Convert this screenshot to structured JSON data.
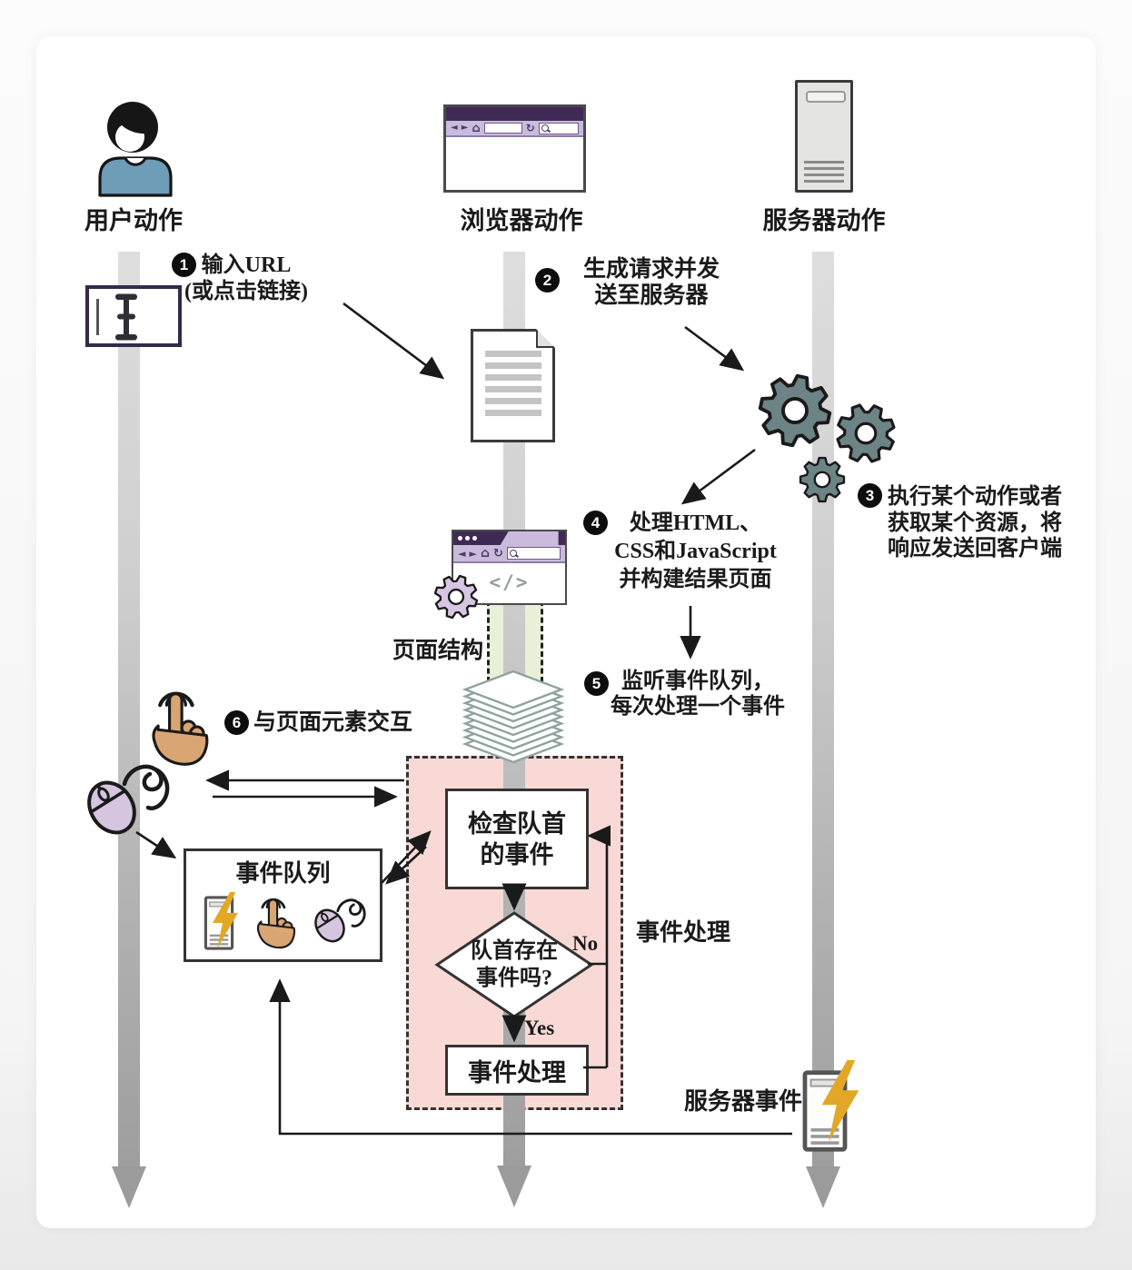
{
  "lanes": {
    "user": {
      "label": "用户动作"
    },
    "browser": {
      "label": "浏览器动作"
    },
    "server": {
      "label": "服务器动作"
    }
  },
  "steps": {
    "s1": {
      "num": "1",
      "line1": "输入URL",
      "line2": "(或点击链接)"
    },
    "s2": {
      "num": "2",
      "line1": "生成请求并发",
      "line2": "送至服务器"
    },
    "s3": {
      "num": "3",
      "line1": "执行某个动作或者",
      "line2": "获取某个资源，将",
      "line3": "响应发送回客户端"
    },
    "s4": {
      "num": "4",
      "line1": "处理HTML、",
      "line2": "CSS和JavaScript",
      "line3": "并构建结果页面"
    },
    "s5": {
      "num": "5",
      "line1": "监听事件队列，",
      "line2": "每次处理一个事件"
    },
    "s6": {
      "num": "6",
      "line1": "与页面元素交互"
    }
  },
  "labels": {
    "page_structure": "页面结构",
    "event_queue": "事件队列",
    "event_handling_region": "事件处理",
    "server_event": "服务器事件",
    "check_head": {
      "line1": "检查队首",
      "line2": "的事件"
    },
    "head_exists": {
      "line1": "队首存在",
      "line2": "事件吗?"
    },
    "process_event": "事件处理",
    "yes": "Yes",
    "no": "No",
    "code_tag": "</>"
  },
  "icons": {
    "back": "◄",
    "forward": "►",
    "home": "⌂",
    "refresh": "↻"
  },
  "colors": {
    "pink_region": "#f9d9d5",
    "green_channel": "#e9f0da",
    "browser_titlebar": "#3f2a55",
    "browser_toolbar": "#cabbdc",
    "gear_slate": "#6d8487",
    "gear_lavender": "#d6c6e1",
    "lightning_gold": "#e2a727",
    "hand_tan": "#d9a572",
    "mouse_lavender": "#d5c5df",
    "shirt_blue": "#6f9cb7",
    "lane_gray": "#9e9e9e"
  }
}
